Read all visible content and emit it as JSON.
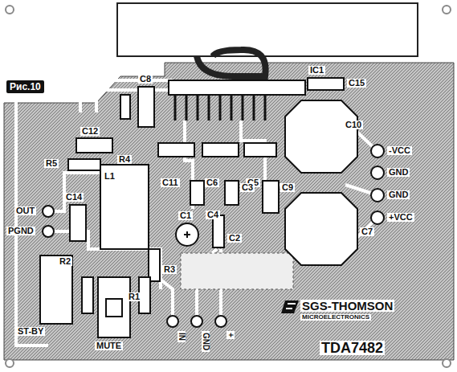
{
  "diagram": {
    "nodes": [
      {
        "text": [
          "Рис.10"
        ]
      }
    ],
    "labels": [
      "C8",
      "C12",
      "R4",
      "R5",
      "IC1",
      "C15",
      "C10",
      "-VCC",
      "GND",
      "GND",
      "+VCC",
      "C11",
      "C6",
      "C5",
      "C4",
      "C3",
      "C9",
      "L1",
      "OUT",
      "PGND",
      "C14",
      "C1",
      "C2",
      "C7",
      "R2",
      "R3",
      "R1",
      "ST-BY",
      "MUTE",
      "IN",
      "GND",
      "+",
      "SGS-THOMSON",
      "MICROELECTRONICS",
      "TDA7482"
    ]
  }
}
